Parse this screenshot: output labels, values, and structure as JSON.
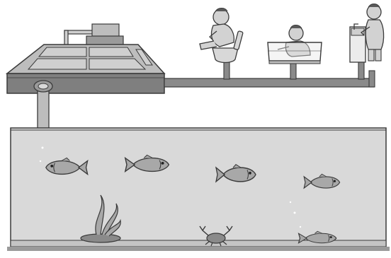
{
  "figure": {
    "scene": "wastewater-to-aquarium",
    "colors": {
      "outline": "#3a3a3a",
      "plant_top": "#bdbdbd",
      "plant_side": "#7f7f7f",
      "pipe": "#8a8a8a",
      "water": "#d9d9d9",
      "fish": "#a8a8a8",
      "person": "#d2d2d2",
      "background": "#ffffff"
    },
    "parts": {
      "plant": "treatment-plant",
      "fixtures": [
        "toilet",
        "bathtub",
        "sink"
      ],
      "people": 3,
      "fish": 5,
      "crab": 1,
      "seaweed": 1
    }
  }
}
